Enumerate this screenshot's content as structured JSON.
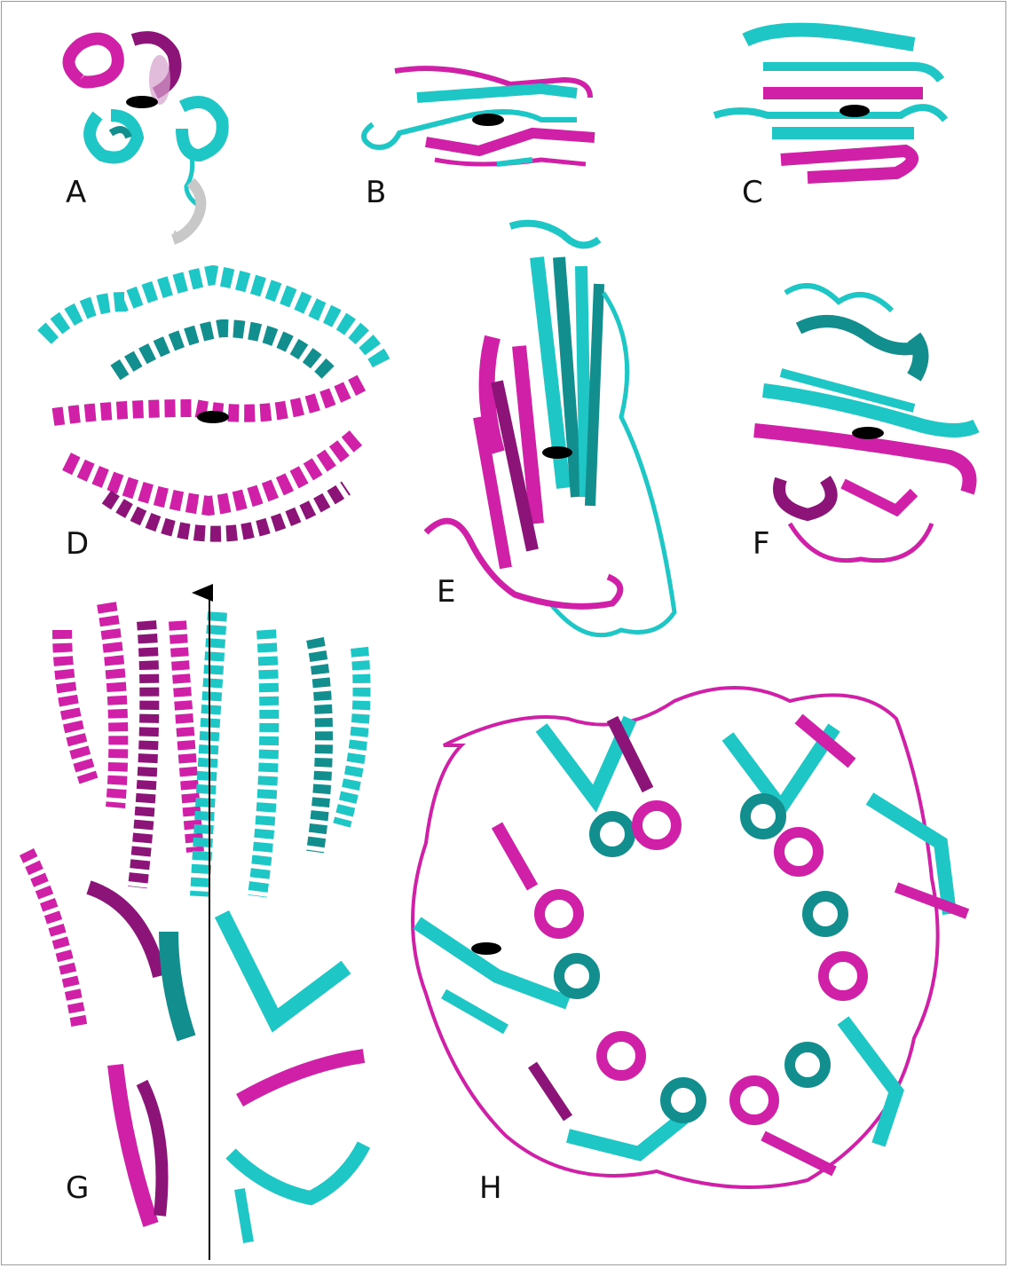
{
  "figure": {
    "panels": [
      {
        "id": "A",
        "label": "A"
      },
      {
        "id": "B",
        "label": "B"
      },
      {
        "id": "C",
        "label": "C"
      },
      {
        "id": "D",
        "label": "D"
      },
      {
        "id": "E",
        "label": "E"
      },
      {
        "id": "F",
        "label": "F"
      },
      {
        "id": "G",
        "label": "G"
      },
      {
        "id": "H",
        "label": "H"
      }
    ],
    "colors": {
      "chain_1": "#d020a8",
      "chain_1_dark": "#8c1478",
      "chain_2": "#1fc6c6",
      "chain_2_dark": "#138e8e",
      "tail": "#c8c8c8",
      "symmetry_axis_marker": "#000000",
      "frame_border": "#8aa0b8"
    },
    "markers": {
      "two_fold_axis_ellipse": "black-ellipse",
      "two_fold_axis_arrow": "black-arrow"
    }
  }
}
